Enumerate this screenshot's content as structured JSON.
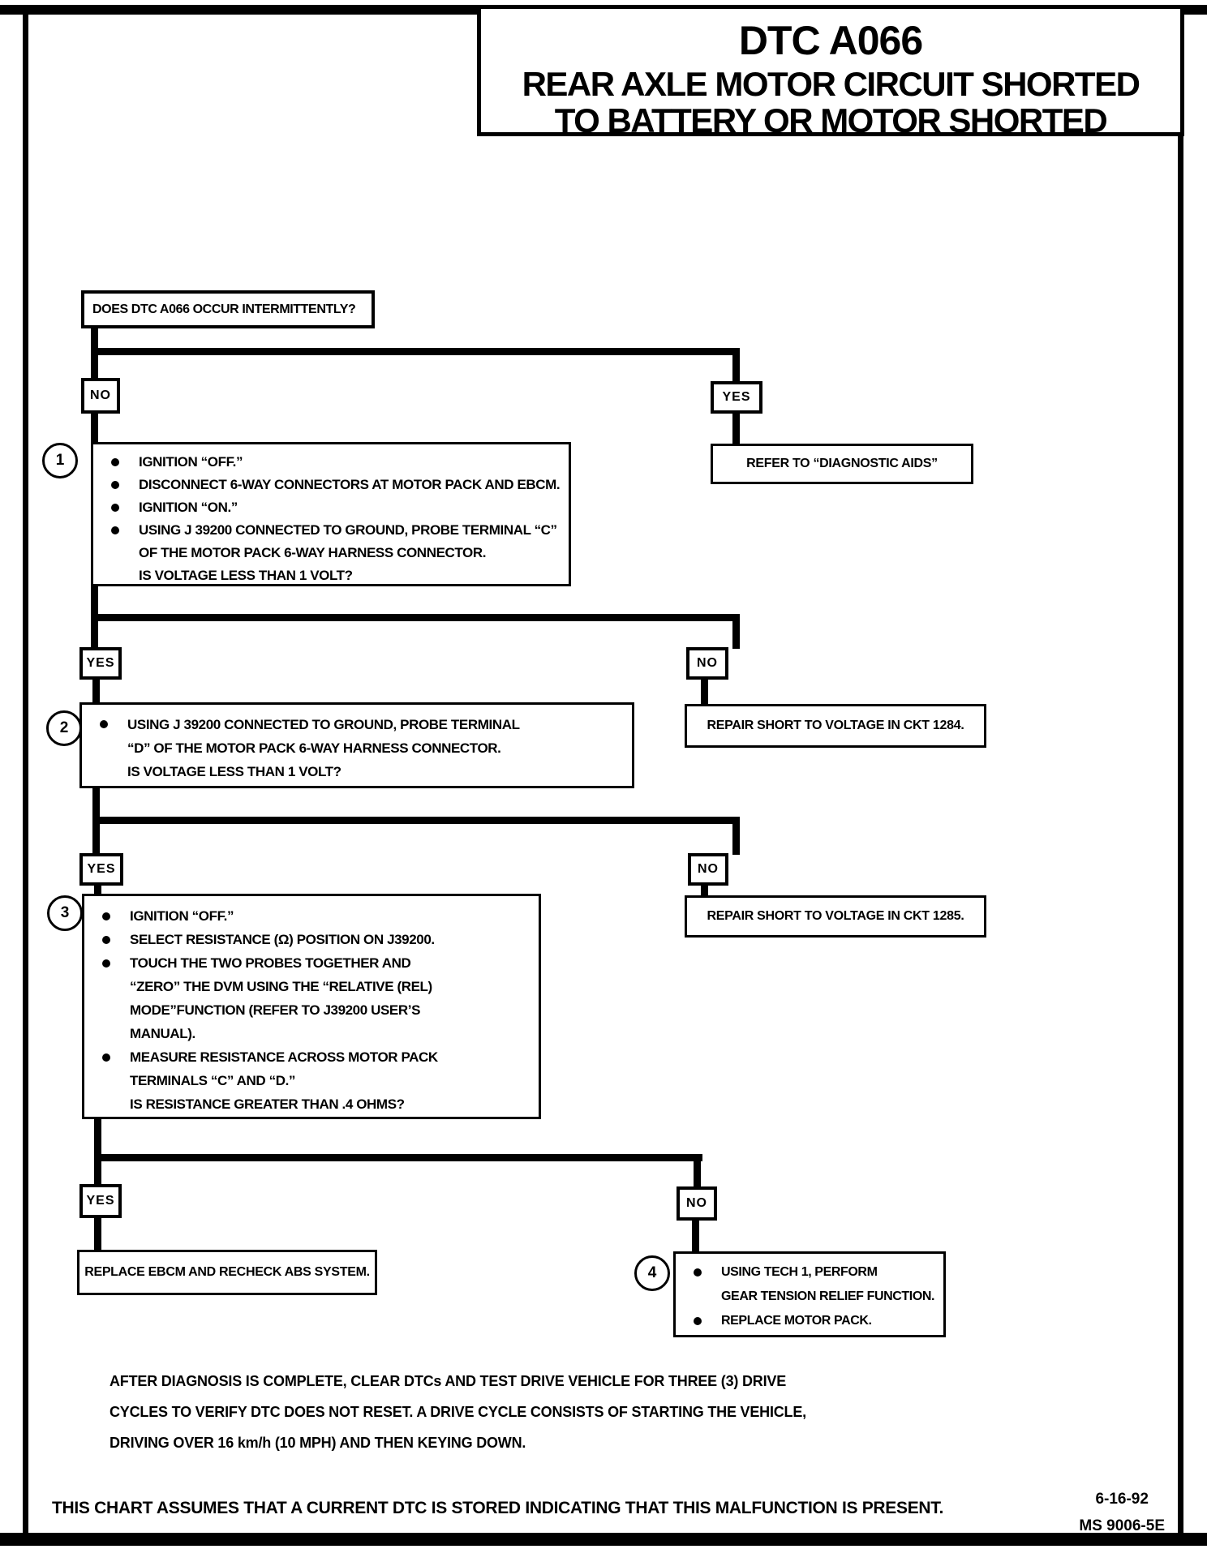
{
  "colors": {
    "ink": "#000000",
    "paper": "#ffffff"
  },
  "title": {
    "code": "DTC A066",
    "subtitle_line1": "REAR AXLE MOTOR CIRCUIT SHORTED",
    "subtitle_line2": "TO BATTERY OR MOTOR SHORTED"
  },
  "flow": {
    "start_question": "DOES DTC A066 OCCUR INTERMITTENTLY?",
    "decisions": {
      "d1": {
        "no": "NO",
        "yes": "YES"
      },
      "d2": {
        "yes": "YES",
        "no": "NO"
      },
      "d3": {
        "yes": "YES",
        "no": "NO"
      },
      "d4": {
        "yes": "YES",
        "no": "NO"
      }
    },
    "steps": {
      "s1": {
        "num": "1",
        "lines": [
          {
            "bullet": true,
            "text": "IGNITION “OFF.”"
          },
          {
            "bullet": true,
            "text": "DISCONNECT 6-WAY CONNECTORS AT MOTOR PACK AND EBCM."
          },
          {
            "bullet": true,
            "text": "IGNITION “ON.”"
          },
          {
            "bullet": true,
            "text": "USING J 39200 CONNECTED TO GROUND, PROBE TERMINAL “C”"
          },
          {
            "bullet": false,
            "text": "OF THE MOTOR PACK 6-WAY HARNESS CONNECTOR."
          },
          {
            "bullet": false,
            "text": "IS VOLTAGE LESS THAN 1 VOLT?"
          }
        ]
      },
      "s2": {
        "num": "2",
        "lines": [
          {
            "bullet": true,
            "text": "USING J 39200 CONNECTED TO GROUND, PROBE TERMINAL"
          },
          {
            "bullet": false,
            "text": "“D” OF THE MOTOR PACK 6-WAY HARNESS CONNECTOR."
          },
          {
            "bullet": false,
            "text": "IS VOLTAGE LESS THAN 1 VOLT?"
          }
        ]
      },
      "s3": {
        "num": "3",
        "lines": [
          {
            "bullet": true,
            "text": "IGNITION “OFF.”"
          },
          {
            "bullet": true,
            "text": "SELECT RESISTANCE (Ω) POSITION ON J39200."
          },
          {
            "bullet": true,
            "text": "TOUCH THE TWO PROBES TOGETHER AND"
          },
          {
            "bullet": false,
            "text": "“ZERO” THE DVM USING THE “RELATIVE (REL)"
          },
          {
            "bullet": false,
            "text": "MODE”FUNCTION (REFER TO J39200 USER’S"
          },
          {
            "bullet": false,
            "text": "MANUAL)."
          },
          {
            "bullet": true,
            "text": "MEASURE RESISTANCE ACROSS MOTOR PACK"
          },
          {
            "bullet": false,
            "text": "TERMINALS “C” AND “D.”"
          },
          {
            "bullet": false,
            "text": "IS RESISTANCE GREATER THAN .4 OHMS?"
          }
        ]
      },
      "s4": {
        "num": "4",
        "lines": [
          {
            "bullet": true,
            "text": "USING TECH 1, PERFORM"
          },
          {
            "bullet": false,
            "text": "GEAR TENSION RELIEF FUNCTION."
          },
          {
            "bullet": true,
            "text": "REPLACE MOTOR PACK."
          }
        ]
      }
    },
    "results": {
      "refer": "REFER TO “DIAGNOSTIC AIDS”",
      "repair_1284": "REPAIR SHORT TO VOLTAGE IN CKT 1284.",
      "repair_1285": "REPAIR SHORT TO VOLTAGE IN CKT 1285.",
      "replace_ebcm": "REPLACE EBCM AND RECHECK ABS SYSTEM."
    }
  },
  "note": {
    "line1": "AFTER DIAGNOSIS IS COMPLETE, CLEAR DTCs AND TEST DRIVE VEHICLE FOR THREE (3) DRIVE",
    "line2": "CYCLES TO VERIFY DTC DOES NOT RESET.  A DRIVE CYCLE CONSISTS OF STARTING THE  VEHICLE,",
    "line3": "DRIVING OVER 16 km/h (10 MPH) AND THEN KEYING DOWN."
  },
  "footer": {
    "assumption": "THIS CHART ASSUMES THAT A CURRENT DTC IS STORED INDICATING THAT THIS MALFUNCTION IS PRESENT.",
    "date": "6-16-92",
    "doc_id": "MS 9006-5E"
  }
}
